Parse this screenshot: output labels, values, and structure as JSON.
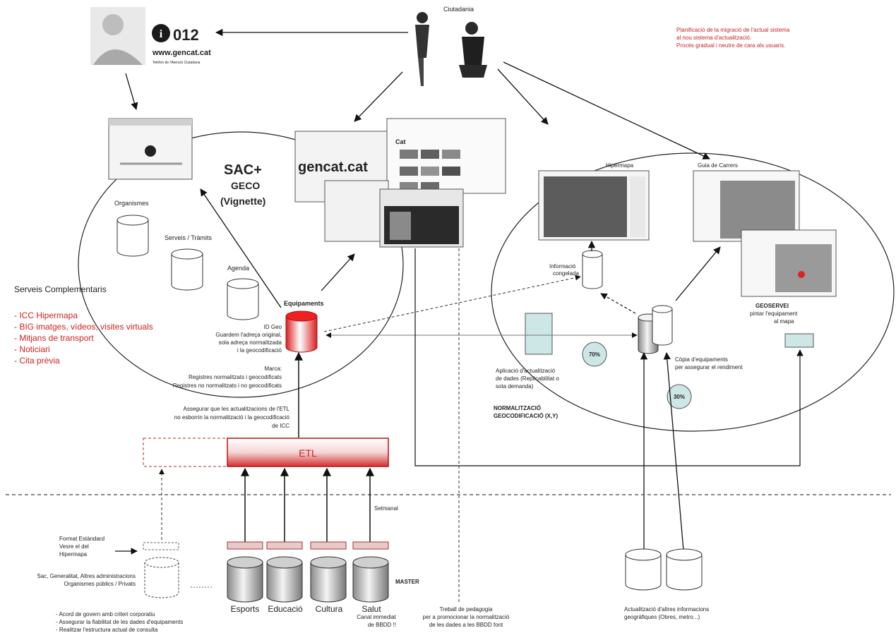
{
  "citizens_label": "Ciutadania",
  "info012": {
    "number": "012",
    "web": "www.gencat.cat",
    "small": "Telèfon de l'Atenció Ciutadana"
  },
  "red_note": [
    "Planificació de la migració de l'actual sistema",
    "al nou sistema d'actualització.",
    "Procés gradual i neutre de cara als usuaris."
  ],
  "sac": {
    "title": "SAC+",
    "sub1": "GECO",
    "sub2": "(Vignette)"
  },
  "gencat_label": "gencat.cat",
  "cat_label": "Cat",
  "db_left": [
    "Organismes",
    "Serveis / Tràmits",
    "Agenda"
  ],
  "equipaments": {
    "label": "Equipaments",
    "desc": [
      "ID Geo",
      "Guardem l'adreça original,",
      "sola adreça normalitzada",
      "i la geocodificació"
    ],
    "marca": [
      "Marca:",
      "Registres normalitzats i geocodificats",
      "Registres no normalitzats i no geocodificats"
    ]
  },
  "serveis": {
    "title": "Serveis Complementaris",
    "items": [
      "- ICC Hipermapa",
      "- BIG imatges, vídeos, visites virtuals",
      "- Mitjans de transport",
      "- Noticiari",
      "- Cita prèvia"
    ]
  },
  "etl_note": [
    "Assegurar que les actualitzacions de l'ETL",
    "no esborrin la normalització i la geocodificació",
    "de ICC"
  ],
  "etl_label": "ETL",
  "right": {
    "hipermapa": "Hipermapa",
    "guia": "Guia de Carrers",
    "info_cong": [
      "Informació",
      "congelada"
    ],
    "geoserveis": [
      "GEOSERVEI",
      "pintar l'equipament",
      "al mapa"
    ],
    "copia": [
      "Còpia d'equipaments",
      "per assegurar el rendiment"
    ],
    "aplicacio": [
      "Aplicació d'actualització",
      "de dades (Replicabilitat o",
      "sota demanda)"
    ],
    "normal": [
      "NORMALITZACIÓ",
      "GEOCODIFICACIÓ (X,Y)"
    ],
    "pct1": "70%",
    "pct2": "30%"
  },
  "setmanal": "Setmanal",
  "format": [
    "Format Estàndard",
    "Vesre el del",
    "Hipermapa"
  ],
  "sac_gen": [
    "Sac, Generalitat, Altres administracions",
    "Organismes públics / Privats"
  ],
  "master": "MASTER",
  "masters": [
    "Esports",
    "Educació",
    "Cultura",
    "Salut"
  ],
  "bottom_notes": [
    "- Acord de govern amb criteri corporatiu",
    "- Assegurar la fiabilitat de les dades d'equipaments",
    "- Realitzar l'estructura actual de consulta"
  ],
  "canal": [
    "Canal immediat",
    "de BBDD !!"
  ],
  "treball": [
    "Treball de pedagogia",
    "per a promocionar la normalització",
    "de les dades a les BBDD font"
  ],
  "actualitzacio": [
    "Actualització d'altres informacions",
    "geogràfiques (Obres, metro...)"
  ]
}
